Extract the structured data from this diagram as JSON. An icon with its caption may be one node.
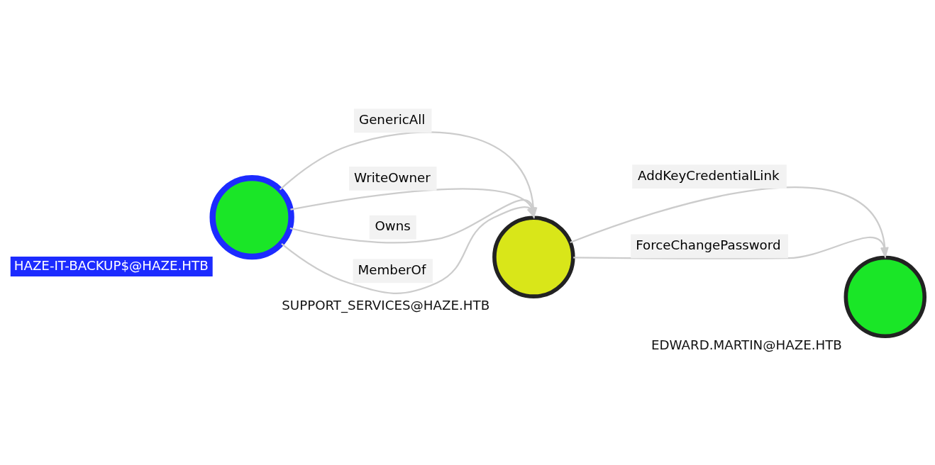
{
  "diagram": {
    "nodes": [
      {
        "text": [
          "HAZE-IT-BACKUP$@HAZE.HTB"
        ]
      },
      {
        "text": [
          "SUPPORT_SERVICES@HAZE.HTB"
        ]
      },
      {
        "text": [
          "EDWARD.MARTIN@HAZE.HTB"
        ]
      }
    ],
    "edges": [
      {
        "from": 0,
        "to": 1,
        "arrow": "to",
        "label": "GenericAll"
      },
      {
        "from": 0,
        "to": 1,
        "arrow": "to",
        "label": "WriteOwner"
      },
      {
        "from": 0,
        "to": 1,
        "arrow": "to",
        "label": "Owns"
      },
      {
        "from": 0,
        "to": 1,
        "arrow": "to",
        "label": "MemberOf"
      },
      {
        "from": 1,
        "to": 2,
        "arrow": "to",
        "label": "AddKeyCredentialLink"
      },
      {
        "from": 1,
        "to": 2,
        "arrow": "to",
        "label": "ForceChangePassword"
      }
    ]
  }
}
